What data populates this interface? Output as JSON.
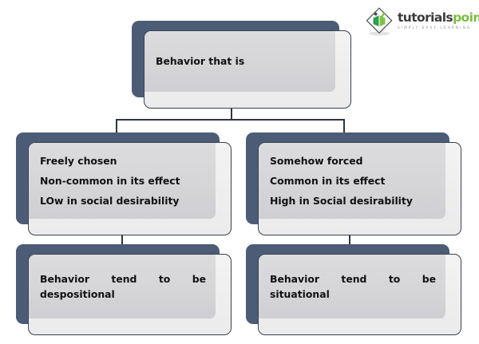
{
  "logo": {
    "name": "tutorialspoint-logo",
    "word_part1": "tutorials",
    "word_part2": "point",
    "tagline": "SIMPLY EASY LEARNING",
    "mark_icon": "diamond-book-icon",
    "color_green": "#79bd42",
    "color_dark": "#3b3b3b",
    "color_tagline": "#8d8d8d"
  },
  "diagram": {
    "type": "flowchart",
    "theme": {
      "shadow_color": "#4c5c76",
      "face_top_color": "#f3f3f4",
      "inner_panel_color": "#d5d5d8",
      "border_color": "#3a4250",
      "connector_color": "#2e3540",
      "text_color": "#111111",
      "background": "#ffffff"
    },
    "nodes": {
      "root": {
        "id": "behavior-that-is",
        "lines": [
          "Behavior that is"
        ]
      },
      "left_branch": {
        "id": "freely-chosen-branch",
        "lines": [
          "Freely chosen",
          "Non-common in its effect",
          "LOw in social desirability"
        ]
      },
      "right_branch": {
        "id": "somehow-forced-branch",
        "lines": [
          "Somehow forced",
          "Common in its effect",
          "High in Social desirability"
        ]
      },
      "left_outcome": {
        "id": "despositional-outcome",
        "lines": [
          "Behavior tend to be despositional"
        ]
      },
      "right_outcome": {
        "id": "situational-outcome",
        "lines": [
          "Behavior tend to be situational"
        ]
      }
    },
    "edges": [
      {
        "from": "behavior-that-is",
        "to": "freely-chosen-branch"
      },
      {
        "from": "behavior-that-is",
        "to": "somehow-forced-branch"
      },
      {
        "from": "freely-chosen-branch",
        "to": "despositional-outcome"
      },
      {
        "from": "somehow-forced-branch",
        "to": "situational-outcome"
      }
    ]
  }
}
